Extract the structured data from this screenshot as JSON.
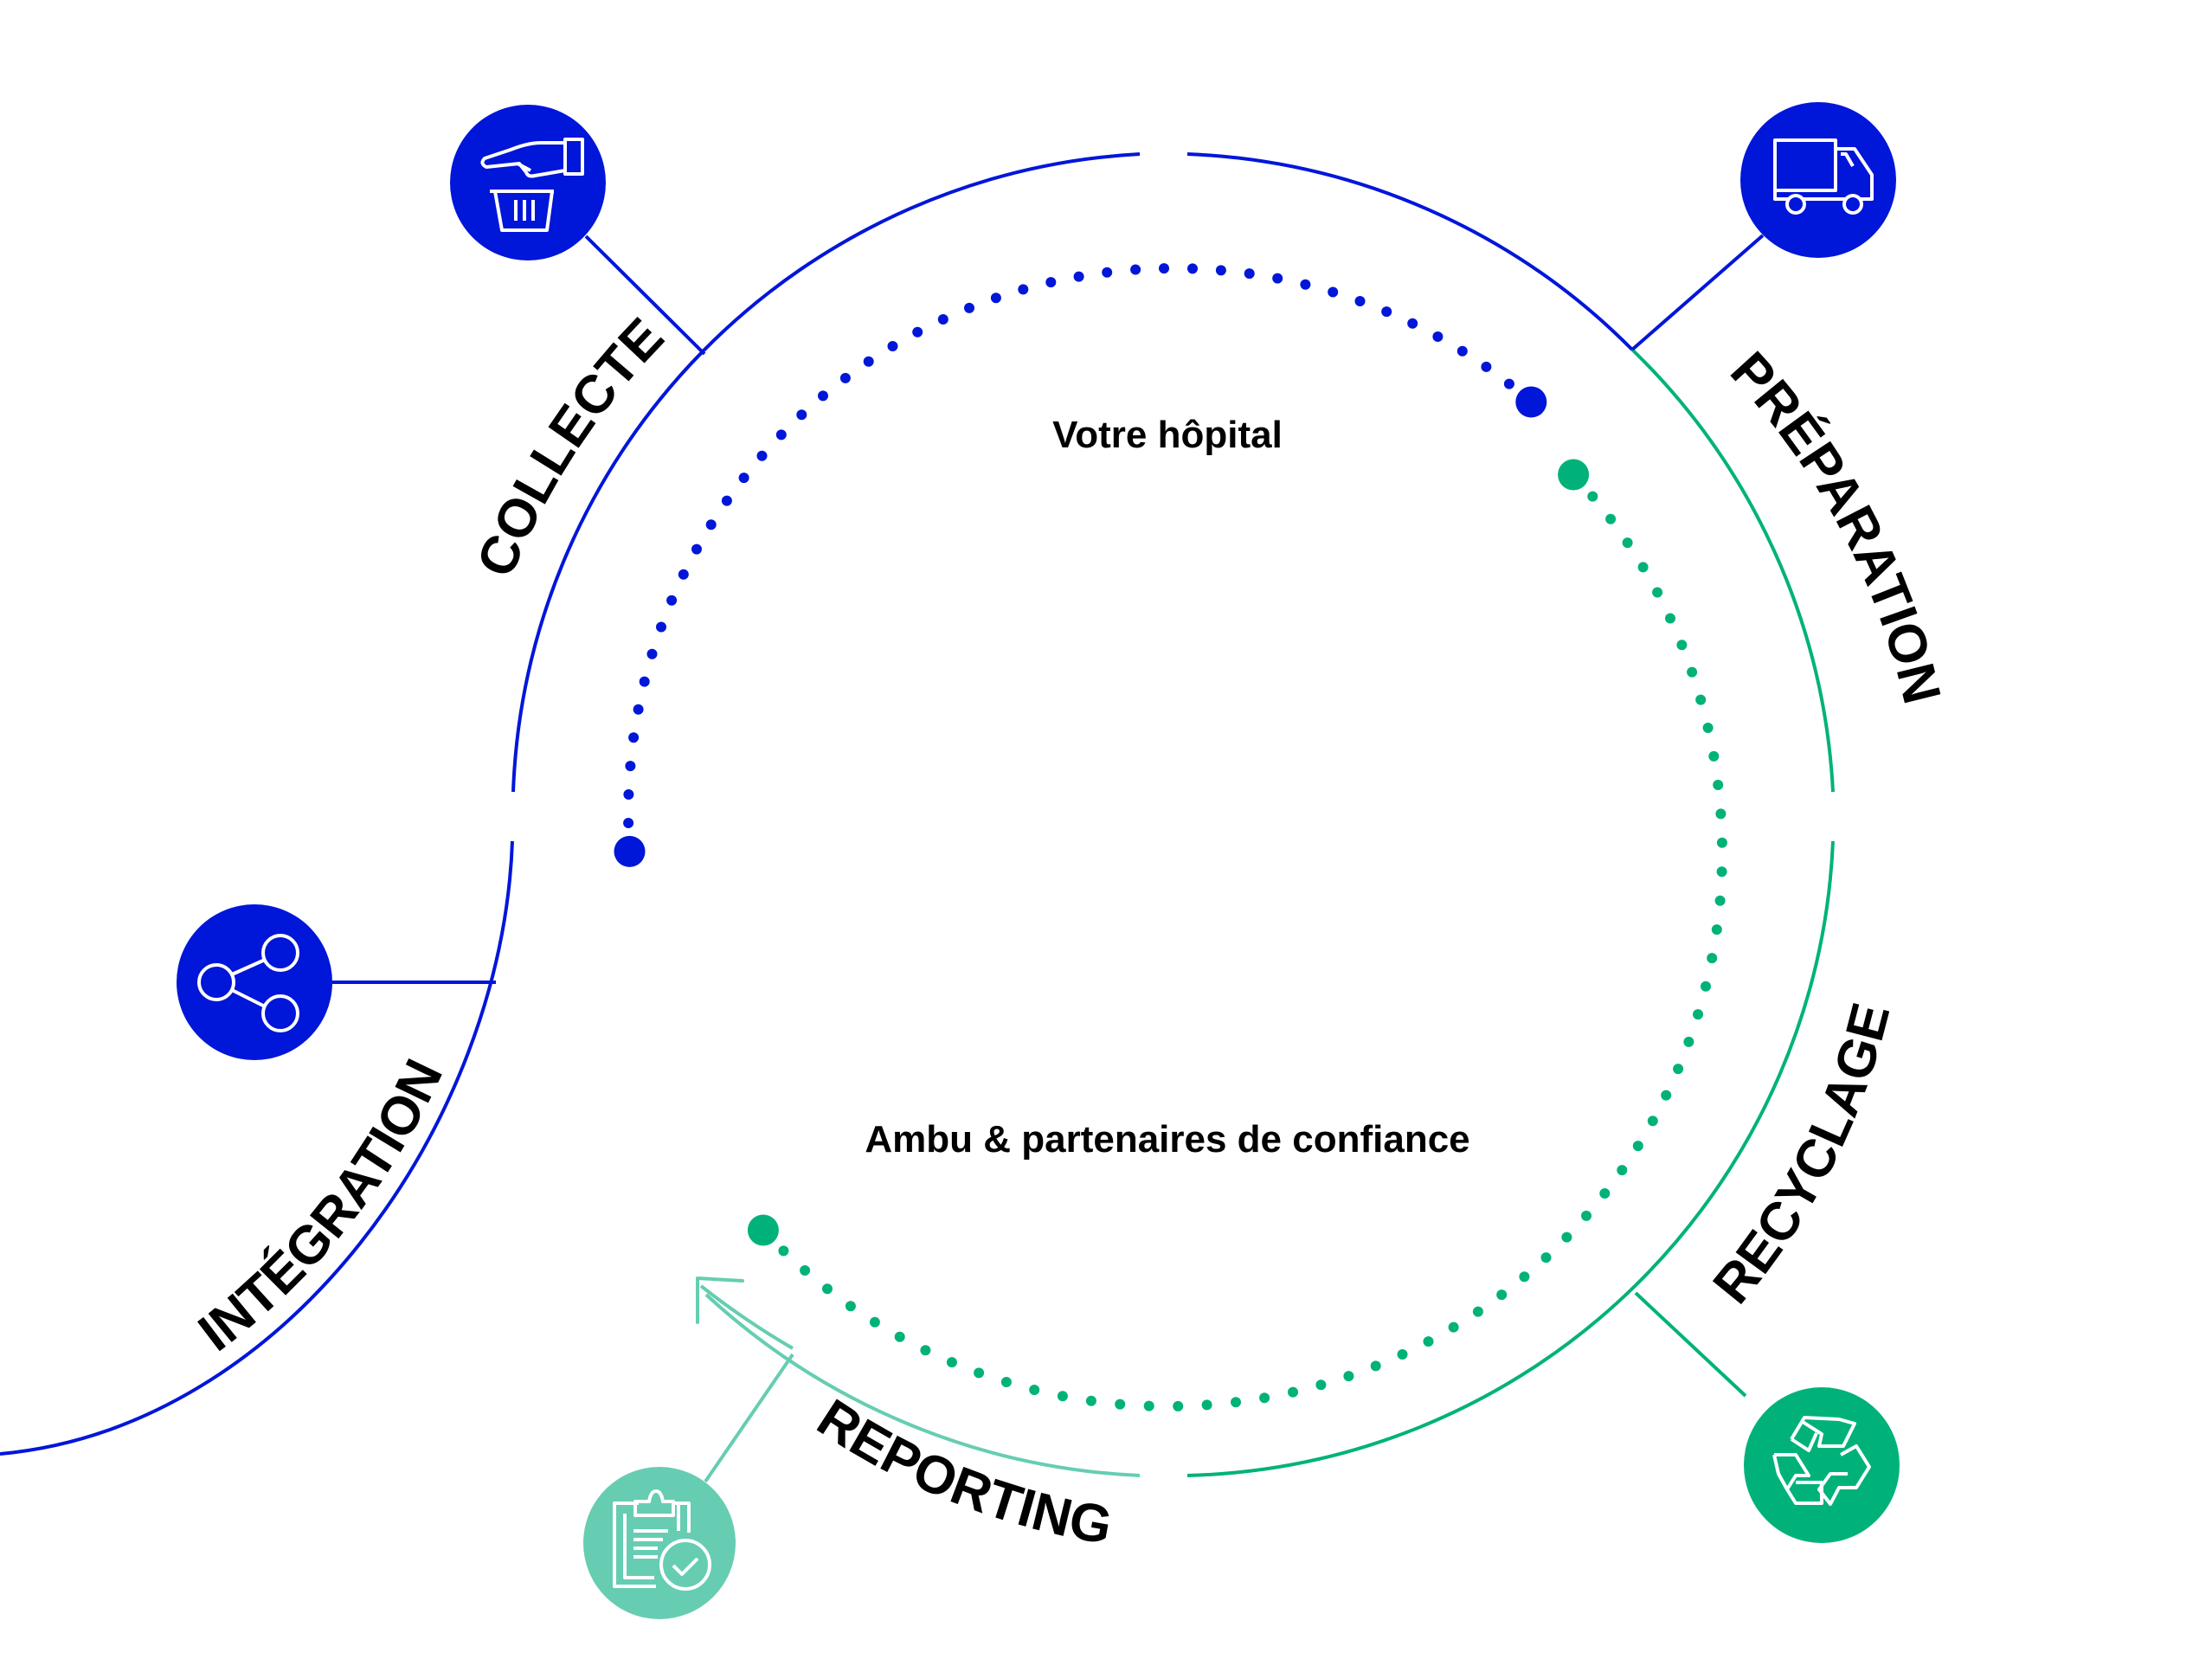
{
  "colors": {
    "blue": "#0016d9",
    "green": "#00b27a",
    "light_green": "#66cdb2",
    "text": "#000000",
    "icon_stroke": "#ffffff"
  },
  "center_labels": {
    "hospital": "Votre hôpital",
    "partners": "Ambu & partenaires de confiance"
  },
  "stages": [
    {
      "id": "collecte",
      "label": "COLLECTE",
      "icon": "hand-trash-icon",
      "color": "blue"
    },
    {
      "id": "preparation",
      "label": "PRÉPARATION",
      "icon": "truck-icon",
      "color": "blue"
    },
    {
      "id": "recyclage",
      "label": "RECYCLAGE",
      "icon": "recycle-icon",
      "color": "green"
    },
    {
      "id": "reporting",
      "label": "REPORTING",
      "icon": "clipboard-check-icon",
      "color": "light_green"
    },
    {
      "id": "integration",
      "label": "INTÉGRATION",
      "icon": "share-network-icon",
      "color": "blue"
    }
  ]
}
